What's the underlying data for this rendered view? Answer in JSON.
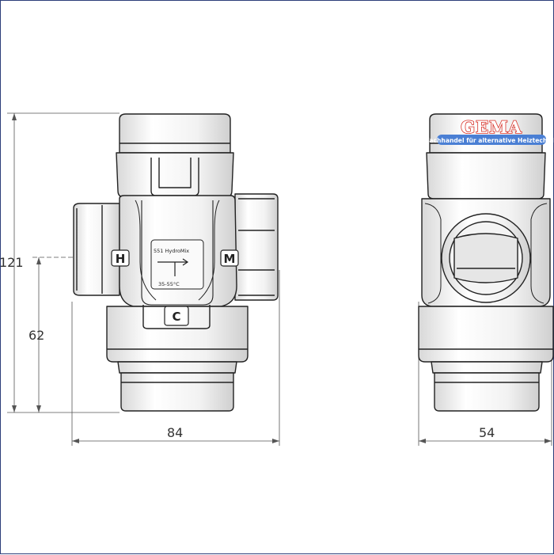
{
  "dimensions": {
    "overall_height": "121",
    "port_height": "62",
    "front_width": "84",
    "side_width": "54"
  },
  "ports": {
    "hot": "H",
    "mixed": "M",
    "cold": "C"
  },
  "label": {
    "model": "551 HydroMix",
    "temp_range": "35-55°C"
  },
  "watermark": {
    "name": "GEMA",
    "tagline": "Fachhandel für alternative Heiztechnik"
  },
  "colors": {
    "line": "#222222",
    "dim_line": "#555555",
    "frame": "#2c3e7a",
    "logo_red": "#d9342b",
    "tag_blue": "#4a7fd4"
  }
}
